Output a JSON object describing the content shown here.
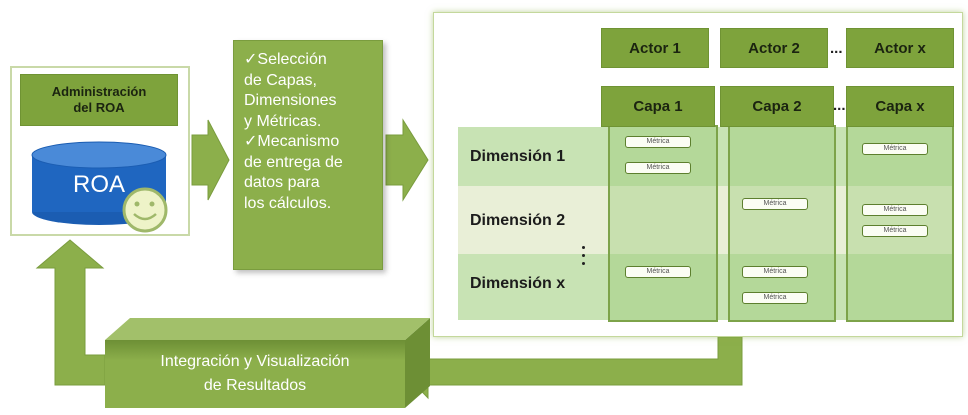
{
  "admin": {
    "label": "Administración\ndel ROA",
    "db_text": "ROA",
    "db_icon": "smiley-icon"
  },
  "selection": {
    "lines": [
      "✓Selección",
      "de Capas,",
      "Dimensiones",
      "y Métricas.",
      "✓Mecanismo",
      "de entrega de",
      "datos para",
      "los cálculos."
    ]
  },
  "actors": [
    "Actor 1",
    "Actor 2",
    "Actor x"
  ],
  "capas": [
    "Capa 1",
    "Capa 2",
    "Capa x"
  ],
  "ellipsis": "...",
  "dimensions": [
    "Dimensión 1",
    "Dimensión 2",
    "Dimensión x"
  ],
  "metric_label": "Métrica",
  "integration": {
    "label": "Integración y Visualización\nde Resultados"
  },
  "colors": {
    "green_dark": "#7ea33c",
    "green_mid": "#8caf4b",
    "band_green": "#c8e3b4",
    "band_light": "#e9efd7",
    "db_blue": "#1f66c0"
  }
}
